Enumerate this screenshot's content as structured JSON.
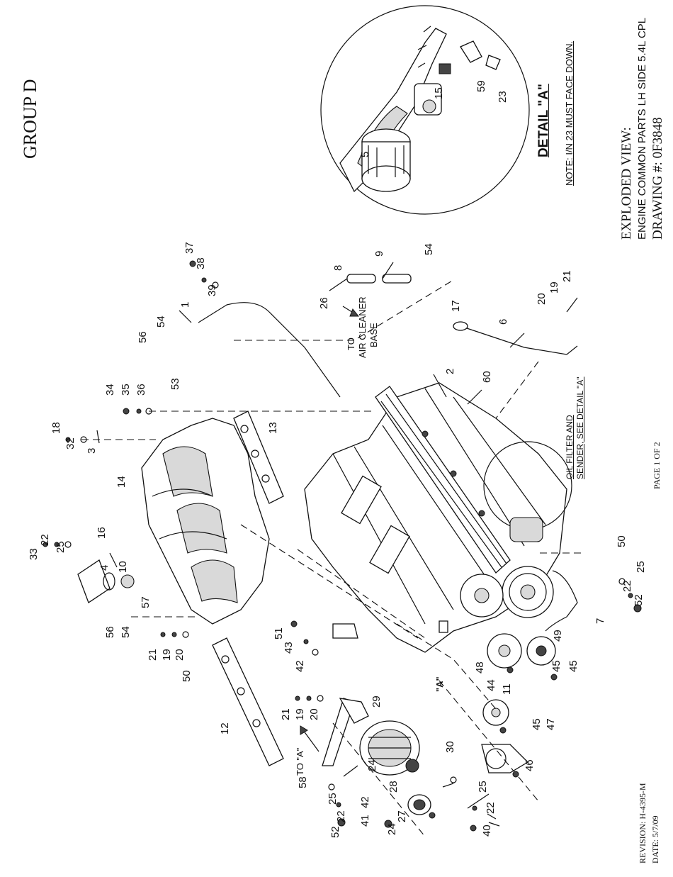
{
  "header": {
    "group_label": "GROUP D"
  },
  "title_block": {
    "line1": "EXPLODED VIEW:",
    "line2": "ENGINE COMMON PARTS LH SIDE 5.4L CPL",
    "line3": "DRAWING #: 0F3848"
  },
  "detail": {
    "title": "DETAIL \"A\"",
    "note": "NOTE: I/N 23 MUST FACE DOWN."
  },
  "footer": {
    "page": "PAGE 1 OF 2",
    "revision": "REVISION: H-4395-M",
    "date": "DATE: 5/7/09"
  },
  "annotations": {
    "to_air_cleaner_1": "TO",
    "to_air_cleaner_2": "AIR CLEANER",
    "to_air_cleaner_3": "BASE",
    "oil_filter_1": "OIL FILTER AND",
    "oil_filter_2": "SENDER, SEE DETAIL \"A\"",
    "to_a": "TO \"A\"",
    "a_marker": "\"A\""
  },
  "callouts": [
    "1",
    "2",
    "3",
    "4",
    "5",
    "6",
    "7",
    "8",
    "9",
    "10",
    "11",
    "12",
    "13",
    "14",
    "15",
    "16",
    "17",
    "18",
    "19",
    "19",
    "19",
    "20",
    "20",
    "20",
    "21",
    "21",
    "21",
    "22",
    "22",
    "22",
    "22",
    "23",
    "24",
    "24",
    "25",
    "25",
    "25",
    "25",
    "26",
    "27",
    "28",
    "29",
    "30",
    "32",
    "33",
    "34",
    "35",
    "36",
    "37",
    "38",
    "39",
    "40",
    "41",
    "42",
    "42",
    "43",
    "44",
    "45",
    "45",
    "45",
    "46",
    "47",
    "48",
    "49",
    "50",
    "50",
    "51",
    "52",
    "52",
    "53",
    "54",
    "54",
    "54",
    "56",
    "56",
    "57",
    "58",
    "59",
    "60"
  ]
}
